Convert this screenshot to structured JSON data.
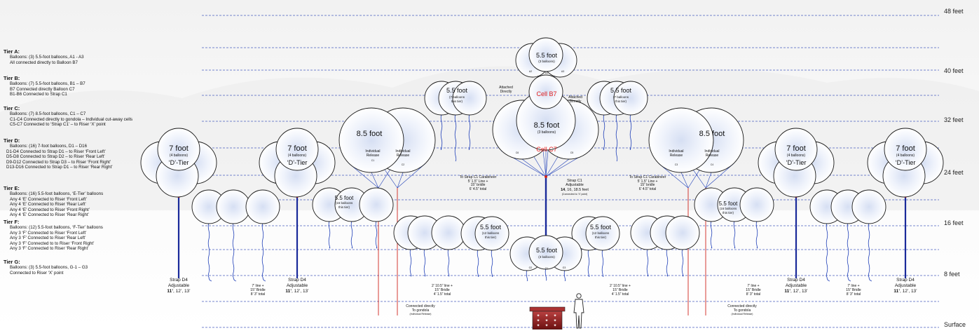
{
  "height_labels": [
    "48 feet",
    "40 feet",
    "32 feet",
    "24 feet",
    "16 feet",
    "8 feet",
    "Surface"
  ],
  "tiers": [
    {
      "title": "Tier A:",
      "lines": [
        "Balloons: (3) 5.5-foot balloons, A1 - A3",
        "All connected directly to Balloon B7"
      ]
    },
    {
      "title": "Tier B:",
      "lines": [
        "Balloons: (7) 5.5-foot balloons, B1 – B7",
        "B7 Connected directly Balloon C7",
        "B1-B6 Connected to Strap C1"
      ]
    },
    {
      "title": "Tier C:",
      "lines": [
        "Balloons: (7) 8.5-foot balloons, C1 – C7",
        "C1-C4 Connected directly to gondola – Individual cut-away cells",
        "C5-C7 Connected to ‘Strap C1’ – to Riser ‘X’ point"
      ]
    },
    {
      "title": "Tier D:",
      "lines": [
        "Balloons: (16) 7-foot balloons, D1 – D16",
        "D1-D4      Connected to Strap D1 – to Riser ‘Front Left’",
        "D5-D8      Connected to Strap D2 – to Riser ‘Rear Left’",
        "D9-D12    Connected to Strap D3 – to Riser ‘Front Right’",
        "D13-D16  Connected to Strap D1 – to Riser ‘Rear Right’"
      ]
    },
    {
      "title": "Tier E:",
      "lines": [
        "Balloons: (16) 5.5-foot balloons, ‘E-Tier’ balloons",
        "Any 4 ‘E’ Connected to Riser ‘Front Left’",
        "Any 4 ‘E’ Connected to Riser ‘Rear Left’",
        "Any 4 ‘E’ Connected to Riser ‘Front Right’",
        "Any 4 ‘E’ Connected to Riser ‘Rear Right’"
      ]
    },
    {
      "title": "Tier F:",
      "lines": [
        "Balloons: (12) 5.5-foot balloons, ‘F-Tier’ balloons",
        "Any 3 ‘F’ Connected to Riser ‘Front Left’",
        "Any 3 ‘F’ Connected to Riser ‘Rear Left’",
        "Any 3 ‘F’ Connected to to Riser ‘Front Right’",
        "Any 3 ‘F’ Connected to Riser ‘Rear Right’"
      ]
    },
    {
      "title": "Tier G:",
      "lines": [
        "Balloons: (3) 5.5-foot balloons, G-1 – G3",
        "Connected to Riser ‘X’ point"
      ]
    }
  ],
  "labels": {
    "ft55": "5.5 foot",
    "ft85": "8.5 foot",
    "ft7": "7 foot",
    "b3": "(3 balloons)",
    "b4": "(4 balloons)",
    "b7a": "(7 balloons",
    "b12a": "(12 balloons",
    "b16a": "(16 balloons",
    "thistier": "this tier)",
    "dtier": "‘D’-Tier",
    "cellB7": "Cell B7",
    "cellC7": "Cell C7",
    "attached1": "Attached",
    "attached2": "Directly",
    "indiv1": "Individual",
    "indiv2": "Release",
    "a1": "A1",
    "a2": "A2",
    "a3": "A3",
    "c6": "C6",
    "c5": "C5",
    "c1": "C1",
    "c2": "C2",
    "c3": "C3",
    "c4": "C4",
    "g1": "G1",
    "g2": "G2",
    "g3": "G3",
    "carab1": "To Strap C1 Carabineer",
    "carab2": "5’ 1.5” Line +",
    "carab3": "15” bridle",
    "carab4": "6’ 4.5” total",
    "strapC1a": "Strap C1",
    "strapC1b": "Adjustable",
    "strapC1c_bold": "14",
    "strapC1c_rest": ", 16, 18.5 feet",
    "strapC1d": "(Connected to ‘X’ point)",
    "strapD4a": "Strap D4",
    "strapD4b": "Adjustable",
    "strapD4c_bold": "11’",
    "strapD4c_rest": ", 12’, 13’",
    "line7a": "7’ line +",
    "line7b": "15” Bridle",
    "line7c": "8’ 3” total",
    "line2a": "2’ 10.5” line +",
    "line2b": "15” Bridle",
    "line2c": "4’ 1.5” total",
    "conn1": "Connected directly",
    "conn2": "To gondola",
    "conn3": "(Individual Release)"
  },
  "colors": {
    "dash_line": "#4a5fc0",
    "tether_blue": "#2040b8",
    "strap_dark": "#1a2a9a",
    "release_red": "#d0241c",
    "cell_red": "#e02020",
    "gondola": "#8a1a1a"
  }
}
